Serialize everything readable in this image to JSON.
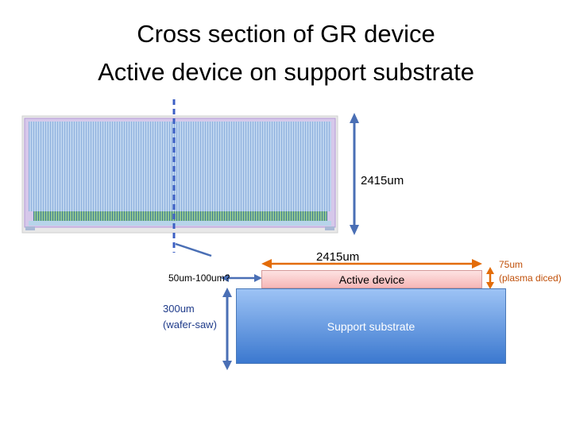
{
  "title": {
    "line1": "Cross section of GR device",
    "line2": "Active device on support substrate"
  },
  "dimensions": {
    "pitch_label": "2415um",
    "active_width_label": "2415um",
    "thinning_label": "50um-100um?",
    "saw_label_line1": "300um",
    "saw_label_line2": "(wafer-saw)",
    "plasma_label_line1": "75um",
    "plasma_label_line2": "(plasma diced)"
  },
  "layers": {
    "active": "Active device",
    "support": "Support substrate"
  },
  "colors": {
    "arrow_blue": "#4a6fb5",
    "arrow_orange": "#e36c09",
    "active_fill": "#f6b7b7",
    "support_fill": "#3b78cf",
    "cut_line": "#3c5fc4"
  }
}
